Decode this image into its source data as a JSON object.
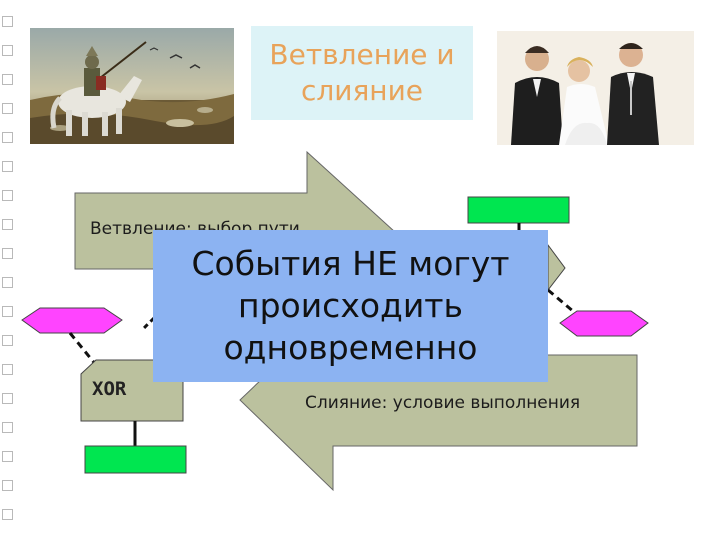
{
  "title": {
    "line1": "Ветвление и",
    "line2": "слияние"
  },
  "images": {
    "left": "knight-on-horse-painting",
    "right": "wedding-couple-photo"
  },
  "diagram": {
    "branch_label": "Ветвление: выбор пути",
    "merge_label": "Слияние: условие выполнения",
    "xor_label": "XOR"
  },
  "overlay": {
    "line1": "События НЕ могут",
    "line2": "происходить",
    "line3": "одновременно"
  },
  "colors": {
    "arrow_fill": "#bbc19e",
    "function_green": "#00e650",
    "event_magenta": "#ff44ff",
    "overlay_blue": "#8cb3f2",
    "title_text": "#e8a35a",
    "title_bg": "#ddf3f7"
  }
}
